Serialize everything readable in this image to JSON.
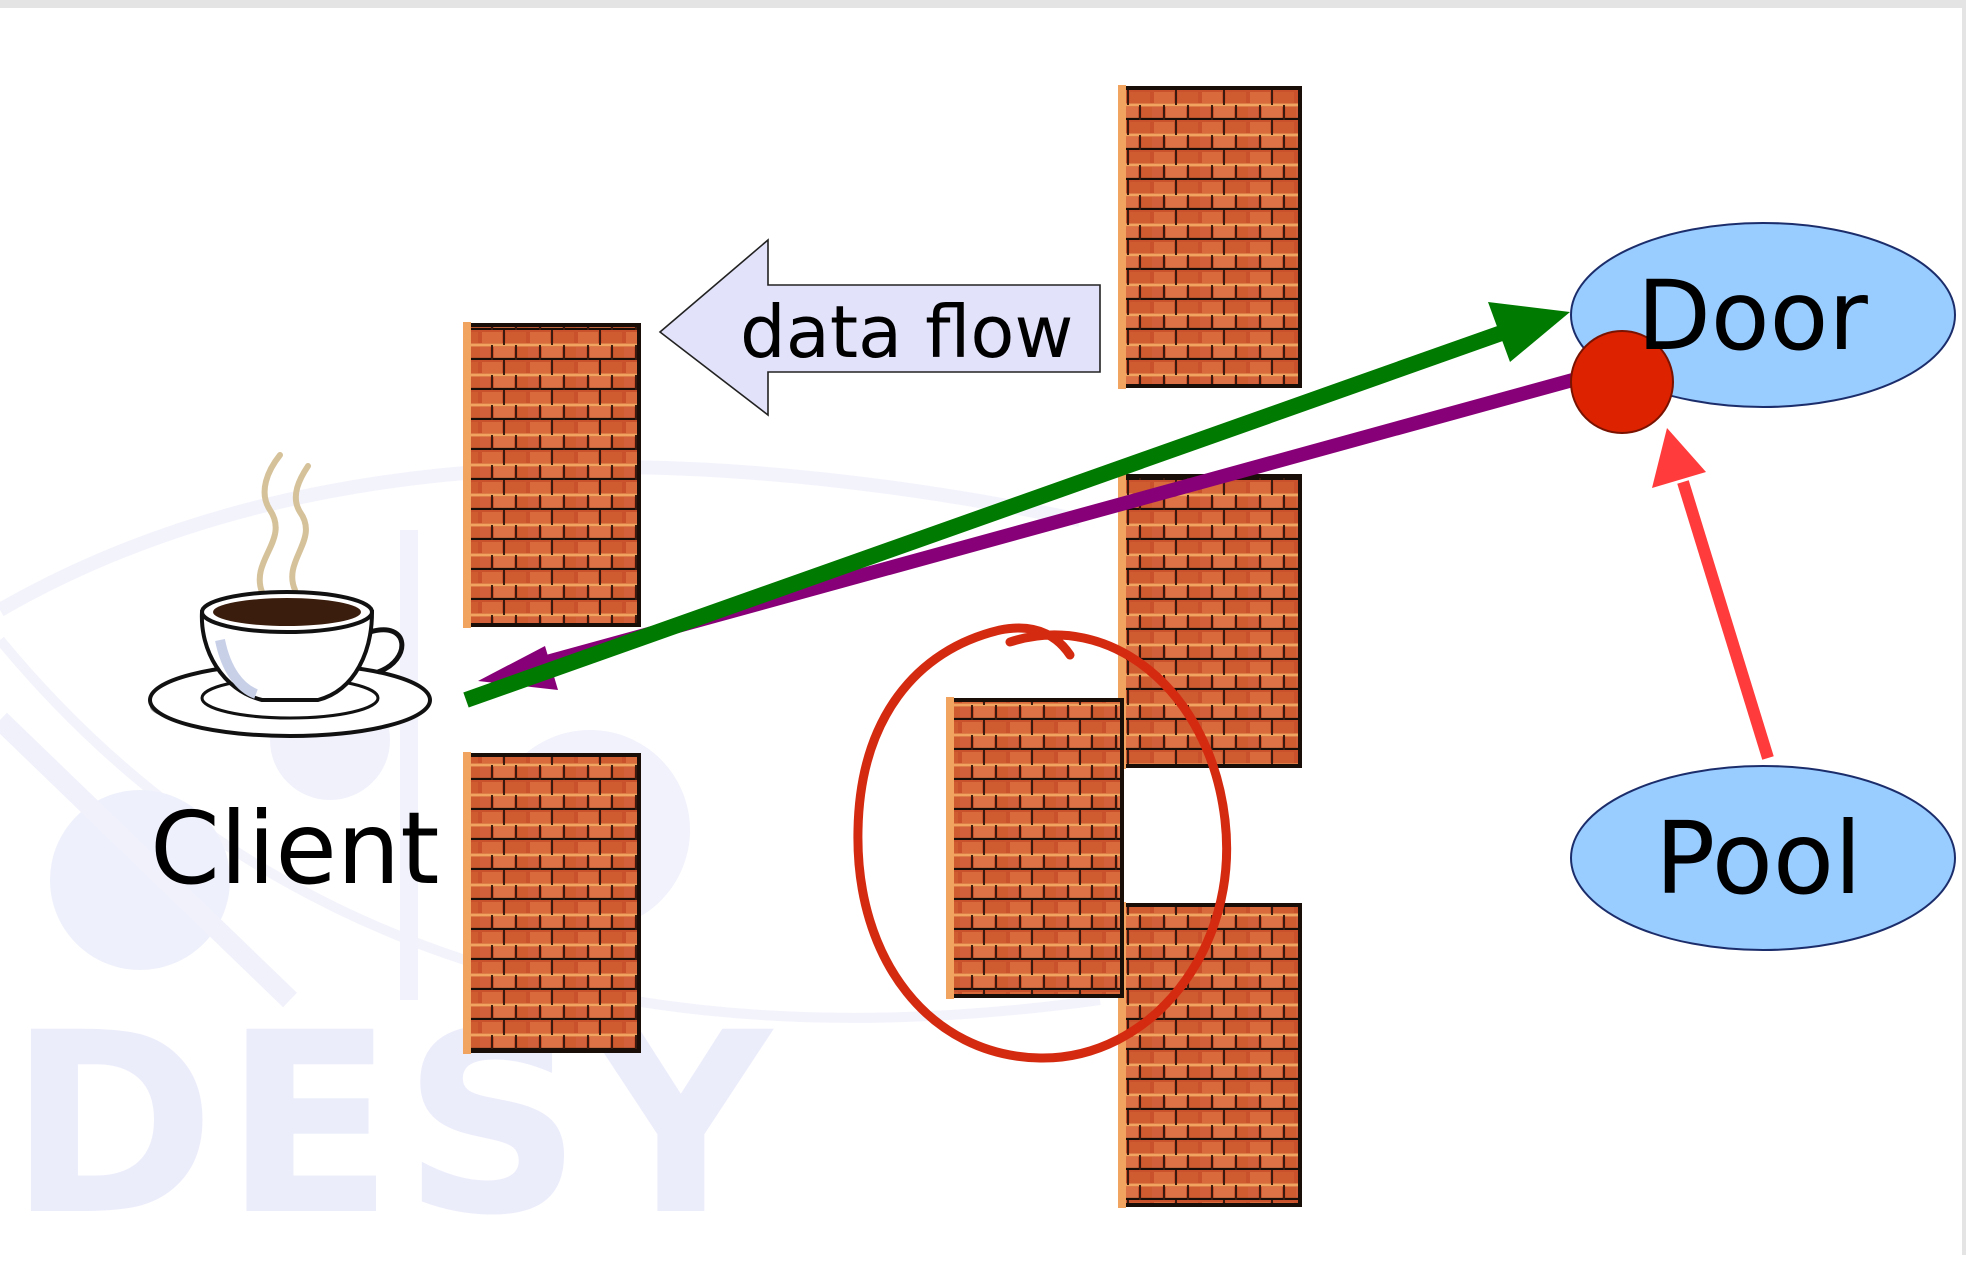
{
  "labels": {
    "client": "Client",
    "door": "Door",
    "pool": "Pool",
    "data_flow": "data flow"
  },
  "watermark": {
    "text": "DESY"
  },
  "icons": {
    "cup": "coffee-cup-icon",
    "wall": "brick-firewall-icon"
  },
  "colors": {
    "node_fill": "#99ccff",
    "node_stroke": "#1c2d6b",
    "door_port": "#dd2200",
    "request_arrow": "#007a00",
    "response_arrow": "#880077",
    "pool_arrow": "#ff3b3b",
    "highlight_circle": "#d42a10",
    "brick_fill": "#c9522d",
    "brick_light": "#f0a460",
    "flow_arrow_fill": "#e2e2fa"
  }
}
